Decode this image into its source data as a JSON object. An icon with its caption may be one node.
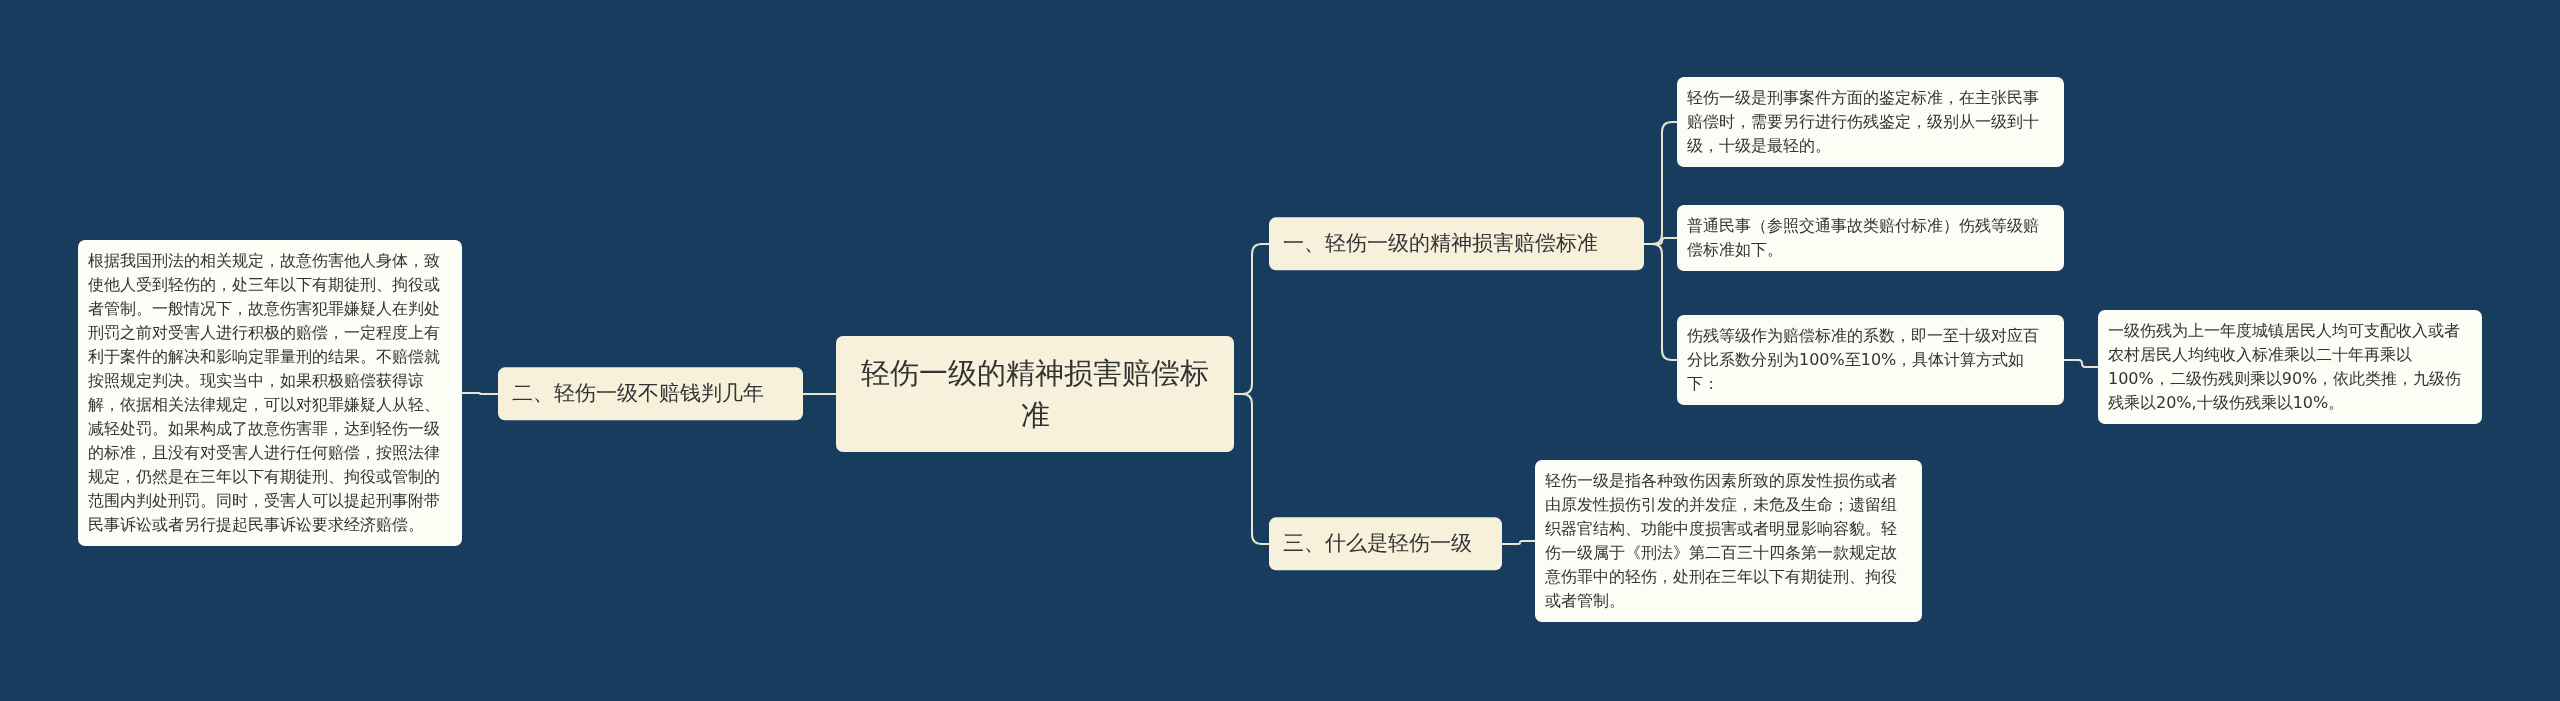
{
  "diagram": {
    "nodes": [
      {
        "text": [
          "轻伤一级的精神损害赔偿标准"
        ]
      },
      {
        "text": [
          "一、轻伤一级的精神损害赔偿标准"
        ]
      },
      {
        "text": [
          "轻伤一级是刑事案件方面的鉴定标准，在主张民事赔偿时，需要另行进行伤残鉴定，级别从一级到十级，十级是最轻的。"
        ]
      },
      {
        "text": [
          "普通民事（参照交通事故类赔付标准）伤残等级赔偿标准如下。"
        ]
      },
      {
        "text": [
          "伤残等级作为赔偿标准的系数，即一至十级对应百分比系数分别为100%至10%，具体计算方式如下："
        ]
      },
      {
        "text": [
          "一级伤残为上一年度城镇居民人均可支配收入或者农村居民人均纯收入标准乘以二十年再乘以100%，二级伤残则乘以90%，依此类推，九级伤残乘以20%,十级伤残乘以10%。"
        ]
      },
      {
        "text": [
          "三、什么是轻伤一级"
        ]
      },
      {
        "text": [
          "轻伤一级是指各种致伤因素所致的原发性损伤或者由原发性损伤引发的并发症，未危及生命；遗留组织器官结构、功能中度损害或者明显影响容貌。轻伤一级属于《刑法》第二百三十四条第一款规定故意伤罪中的轻伤，处刑在三年以下有期徒刑、拘役或者管制。"
        ]
      },
      {
        "text": [
          "二、轻伤一级不赔钱判几年"
        ]
      },
      {
        "text": [
          "根据我国刑法的相关规定，故意伤害他人身体，致使他人受到轻伤的，处三年以下有期徒刑、拘役或者管制。一般情况下，故意伤害犯罪嫌疑人在判处刑罚之前对受害人进行积极的赔偿，一定程度上有利于案件的解决和影响定罪量刑的结果。不赔偿就按照规定判决。现实当中，如果积极赔偿获得谅解，依据相关法律规定，可以对犯罪嫌疑人从轻、减轻处罚。如果构成了故意伤害罪，达到轻伤一级的标准，且没有对受害人进行任何赔偿，按照法律规定，仍然是在三年以下有期徒刑、拘役或管制的范围内判处刑罚。同时，受害人可以提起刑事附带民事诉讼或者另行提起民事诉讼要求经济赔偿。"
        ]
      }
    ],
    "edges": [
      {
        "from": 0,
        "to": 1,
        "arrow": "none"
      },
      {
        "from": 1,
        "to": 2,
        "arrow": "none"
      },
      {
        "from": 1,
        "to": 3,
        "arrow": "none"
      },
      {
        "from": 1,
        "to": 4,
        "arrow": "none"
      },
      {
        "from": 4,
        "to": 5,
        "arrow": "none"
      },
      {
        "from": 0,
        "to": 6,
        "arrow": "none"
      },
      {
        "from": 6,
        "to": 7,
        "arrow": "none"
      },
      {
        "from": 0,
        "to": 8,
        "arrow": "none"
      },
      {
        "from": 8,
        "to": 9,
        "arrow": "none"
      }
    ]
  }
}
